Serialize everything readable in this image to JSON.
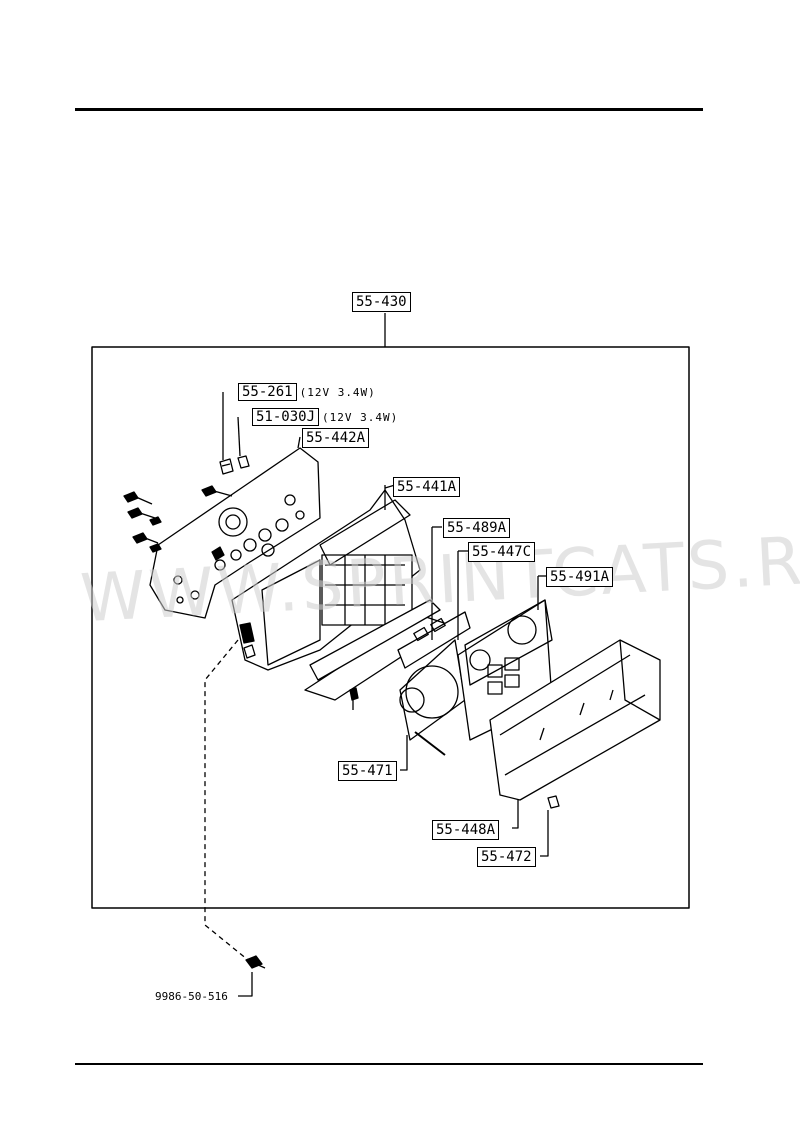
{
  "parts": {
    "assembly": "55-430",
    "bulb_a": {
      "code": "55-261",
      "spec": "(12V 3.4W)"
    },
    "bulb_b": {
      "code": "51-030J",
      "spec": "(12V 3.4W)"
    },
    "circuit": "55-442A",
    "case": "55-441A",
    "panel_a": "55-489A",
    "panel_b": "55-447C",
    "dial": "55-491A",
    "speedo": "55-471",
    "lens": "55-448A",
    "screw": "55-472",
    "screw_ext": "9986-50-516"
  },
  "watermark": "WWW.SPRINTCATS.RU"
}
